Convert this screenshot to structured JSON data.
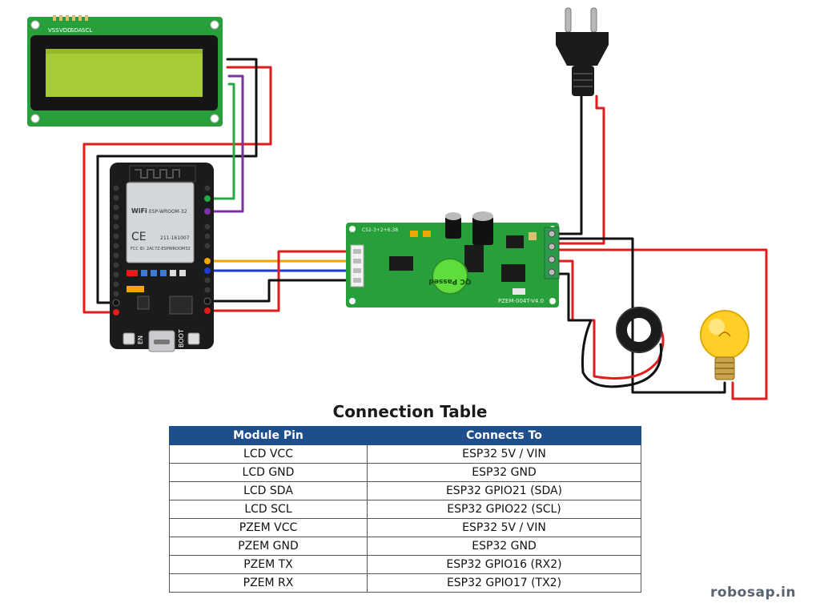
{
  "lcd": {
    "pin_labels": [
      "VSS",
      "VDD",
      "SDA",
      "SCL"
    ]
  },
  "esp32": {
    "module_name": "ESP-WROOM-32",
    "wifi_logo": "WiFi",
    "cert_code": "211-161007",
    "fcc_id": "FCC ID: 2AC7Z-ESPWROOM32",
    "en_label": "EN",
    "boot_label": "BOOT"
  },
  "pzem": {
    "board_label": "PZEM-004T-V4.0",
    "badge_text": "QC Passed",
    "small_label": "C52-3+2+6.38"
  },
  "colors": {
    "red": "#e21b1b",
    "black": "#111111",
    "green": "#27a844",
    "purple": "#7b2fa8",
    "orange": "#f2a400",
    "blue": "#1f3ad6",
    "pcb_green": "#27a03c",
    "table_header": "#1f4e8c"
  },
  "table": {
    "title": "Connection Table",
    "headers": [
      "Module Pin",
      "Connects To"
    ],
    "rows": [
      [
        "LCD VCC",
        "ESP32 5V / VIN"
      ],
      [
        "LCD GND",
        "ESP32 GND"
      ],
      [
        "LCD SDA",
        "ESP32 GPIO21 (SDA)"
      ],
      [
        "LCD SCL",
        "ESP32 GPIO22 (SCL)"
      ],
      [
        "PZEM VCC",
        "ESP32 5V / VIN"
      ],
      [
        "PZEM GND",
        "ESP32 GND"
      ],
      [
        "PZEM TX",
        "ESP32 GPIO16 (RX2)"
      ],
      [
        "PZEM RX",
        "ESP32 GPIO17 (TX2)"
      ]
    ]
  },
  "watermark": "robosap.in"
}
